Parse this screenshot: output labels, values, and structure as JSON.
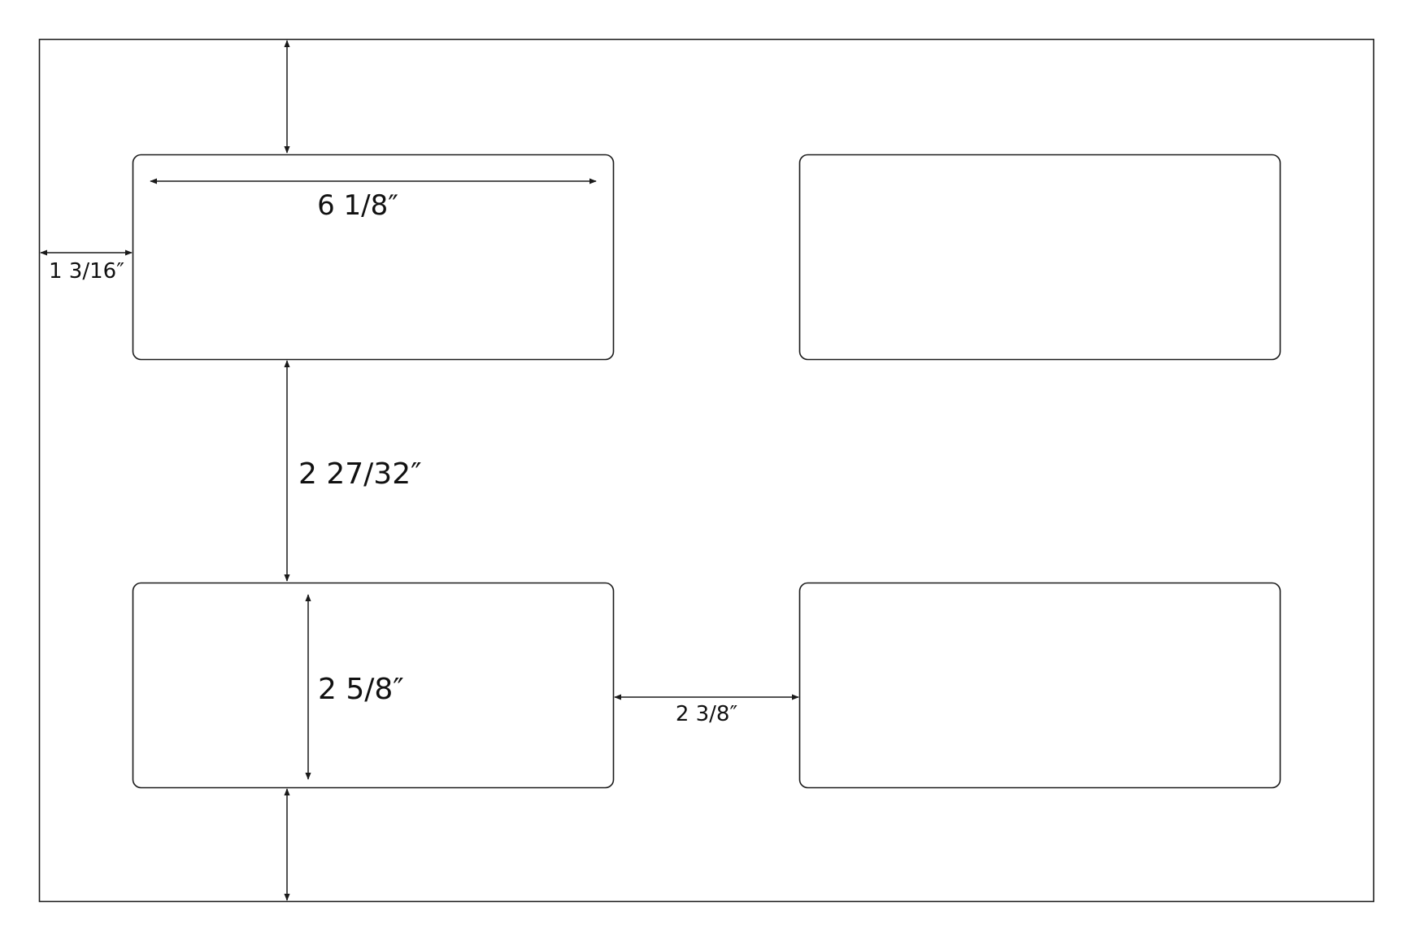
{
  "diagram": {
    "colors": {
      "line": "#1a1a1a",
      "background": "#ffffff"
    },
    "labels": [
      {
        "id": "label-width",
        "text": "6 1/8″"
      },
      {
        "id": "label-left-margin",
        "text": "1 3/16″"
      },
      {
        "id": "label-vertical-gap",
        "text": "2  27/32″"
      },
      {
        "id": "label-height",
        "text": "2 5/8″"
      },
      {
        "id": "label-horizontal-gap",
        "text": "2 3/8″"
      }
    ]
  }
}
